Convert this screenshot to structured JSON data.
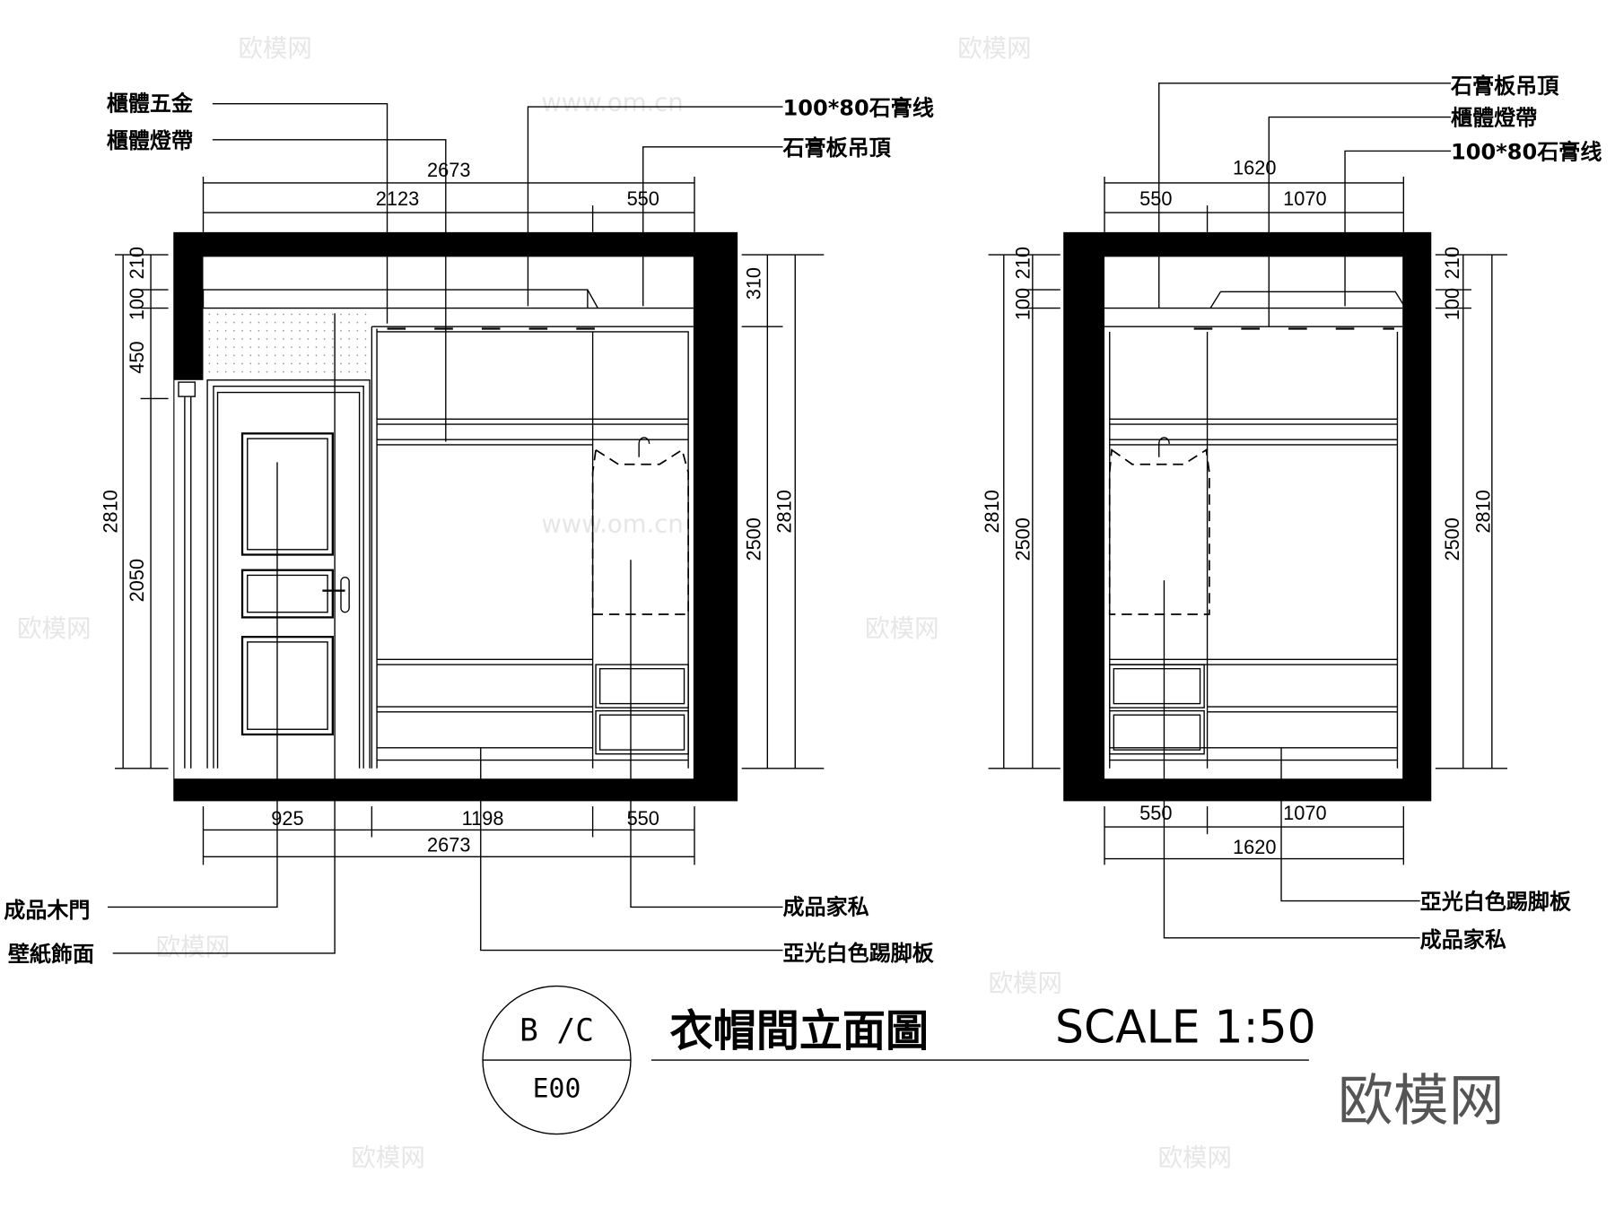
{
  "left_elevation": {
    "labels": {
      "cabinet_hardware": "櫃體五金",
      "cabinet_light_strip": "櫃體燈帶",
      "gypsum_line": "100*80石膏线",
      "gypsum_ceiling": "石膏板吊頂",
      "wood_door": "成品木門",
      "wallpaper": "壁紙飾面",
      "furniture": "成品家私",
      "kickboard": "亞光白色踢脚板"
    },
    "dims_top": {
      "total": "2673",
      "a": "2123",
      "b": "550"
    },
    "dims_bottom": {
      "a": "925",
      "b": "1198",
      "c": "550",
      "total": "2673"
    },
    "dims_left": {
      "d210": "210",
      "d100": "100",
      "d450": "450",
      "d2050": "2050",
      "d2810": "2810"
    },
    "dims_right": {
      "d310": "310",
      "d2500": "2500",
      "d2810": "2810"
    }
  },
  "right_elevation": {
    "labels": {
      "gypsum_ceiling": "石膏板吊頂",
      "cabinet_light_strip": "櫃體燈帶",
      "gypsum_line": "100*80石膏线",
      "kickboard": "亞光白色踢脚板",
      "furniture": "成品家私"
    },
    "dims_top": {
      "total": "1620",
      "a": "550",
      "b": "1070"
    },
    "dims_bottom": {
      "a": "550",
      "b": "1070",
      "total": "1620"
    },
    "dims_left": {
      "d2810": "2810",
      "d2500": "2500",
      "d210": "210",
      "d100": "100"
    },
    "dims_right": {
      "d210": "210",
      "d100": "100",
      "d2500": "2500",
      "d2810": "2810"
    }
  },
  "title_block": {
    "symbol_top": "B /C",
    "symbol_bottom": "E00",
    "title": "衣帽間立面圖",
    "scale": "SCALE 1:50"
  },
  "watermark": {
    "logo": "欧模网",
    "url": "www.om.cn"
  }
}
